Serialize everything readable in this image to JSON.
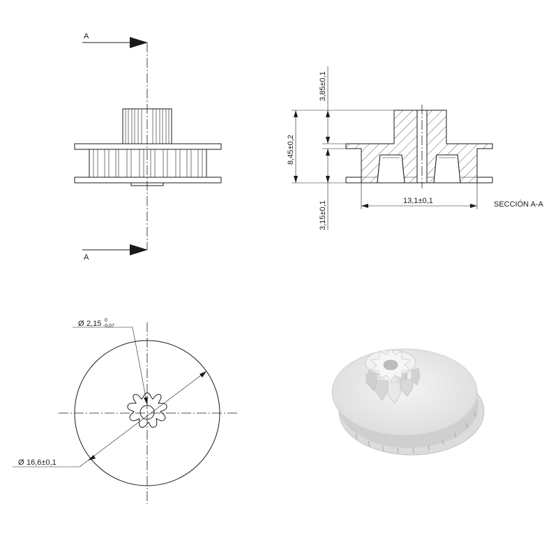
{
  "drawing": {
    "section_marker": "A",
    "section_label": "SECCIÓN A-A",
    "dimensions": {
      "top_height": "3,85±0,1",
      "total_height": "8,45±0,2",
      "bottom_height": "3,15±0,1",
      "width": "13,1±0,1",
      "bore_diameter_prefix": "2,15",
      "bore_tol_upper": "0",
      "bore_tol_lower": "-0,07",
      "outer_diameter": "16,6±0,1"
    },
    "symbols": {
      "diameter": "Ø"
    }
  }
}
